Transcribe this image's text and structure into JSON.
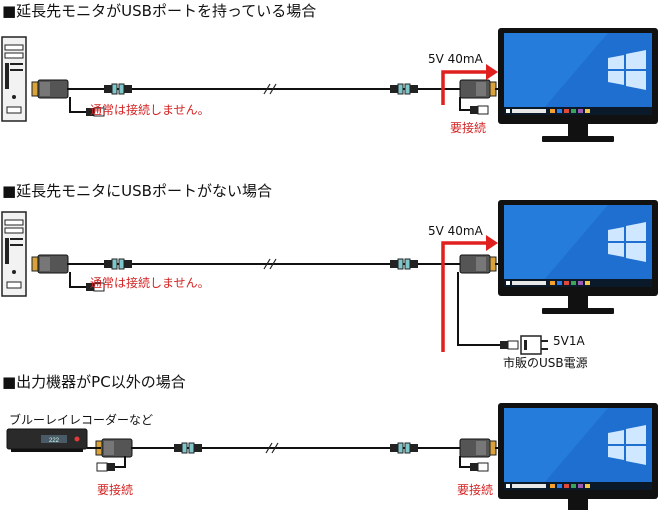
{
  "colors": {
    "accent_red": "#e01f1f",
    "note_red": "#d42222",
    "cable": "#111111",
    "hdmi_blue": "#7fc6c9",
    "taskbar": "#0b1a2b",
    "desktop_blue": "#1f6fd0"
  },
  "sections": [
    {
      "title": "■延長先モニタがUSBポートを持っている場合",
      "power_label": "5V 40mA",
      "note": "通常は接続しません。",
      "required_label": "要接続"
    },
    {
      "title": "■延長先モニタにUSBポートがない場合",
      "power_label": "5V 40mA",
      "note": "通常は接続しません。",
      "adapter_label": "5V1A",
      "adapter_caption": "市販のUSB電源"
    },
    {
      "title": "■出力機器がPC以外の場合",
      "device_label": "ブルーレイレコーダーなど",
      "device_display": "222",
      "required_left": "要接続",
      "required_right": "要接続"
    }
  ],
  "icons": [
    "desktop-pc-icon",
    "monitor-icon",
    "bluray-recorder-icon",
    "usb-power-adapter-icon",
    "hdmi-extender-icon",
    "usb-plug-icon"
  ]
}
